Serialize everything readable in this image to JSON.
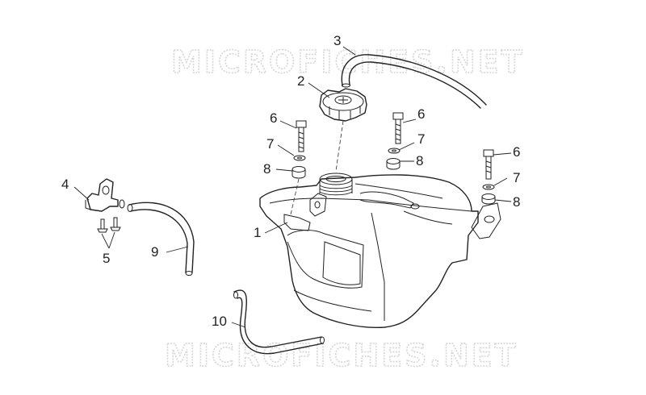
{
  "watermark": {
    "text_top": "MICROFICHES.NET",
    "text_bottom": "MICROFICHES.NET",
    "color": "#d6d6d6"
  },
  "callouts": {
    "c1": "1",
    "c2": "2",
    "c3": "3",
    "c4": "4",
    "c5": "5",
    "c6a": "6",
    "c6b": "6",
    "c6c": "6",
    "c7a": "7",
    "c7b": "7",
    "c7c": "7",
    "c8a": "8",
    "c8b": "8",
    "c8c": "8",
    "c9": "9",
    "c10": "10"
  },
  "colors": {
    "line": "#222222",
    "background": "#ffffff"
  }
}
